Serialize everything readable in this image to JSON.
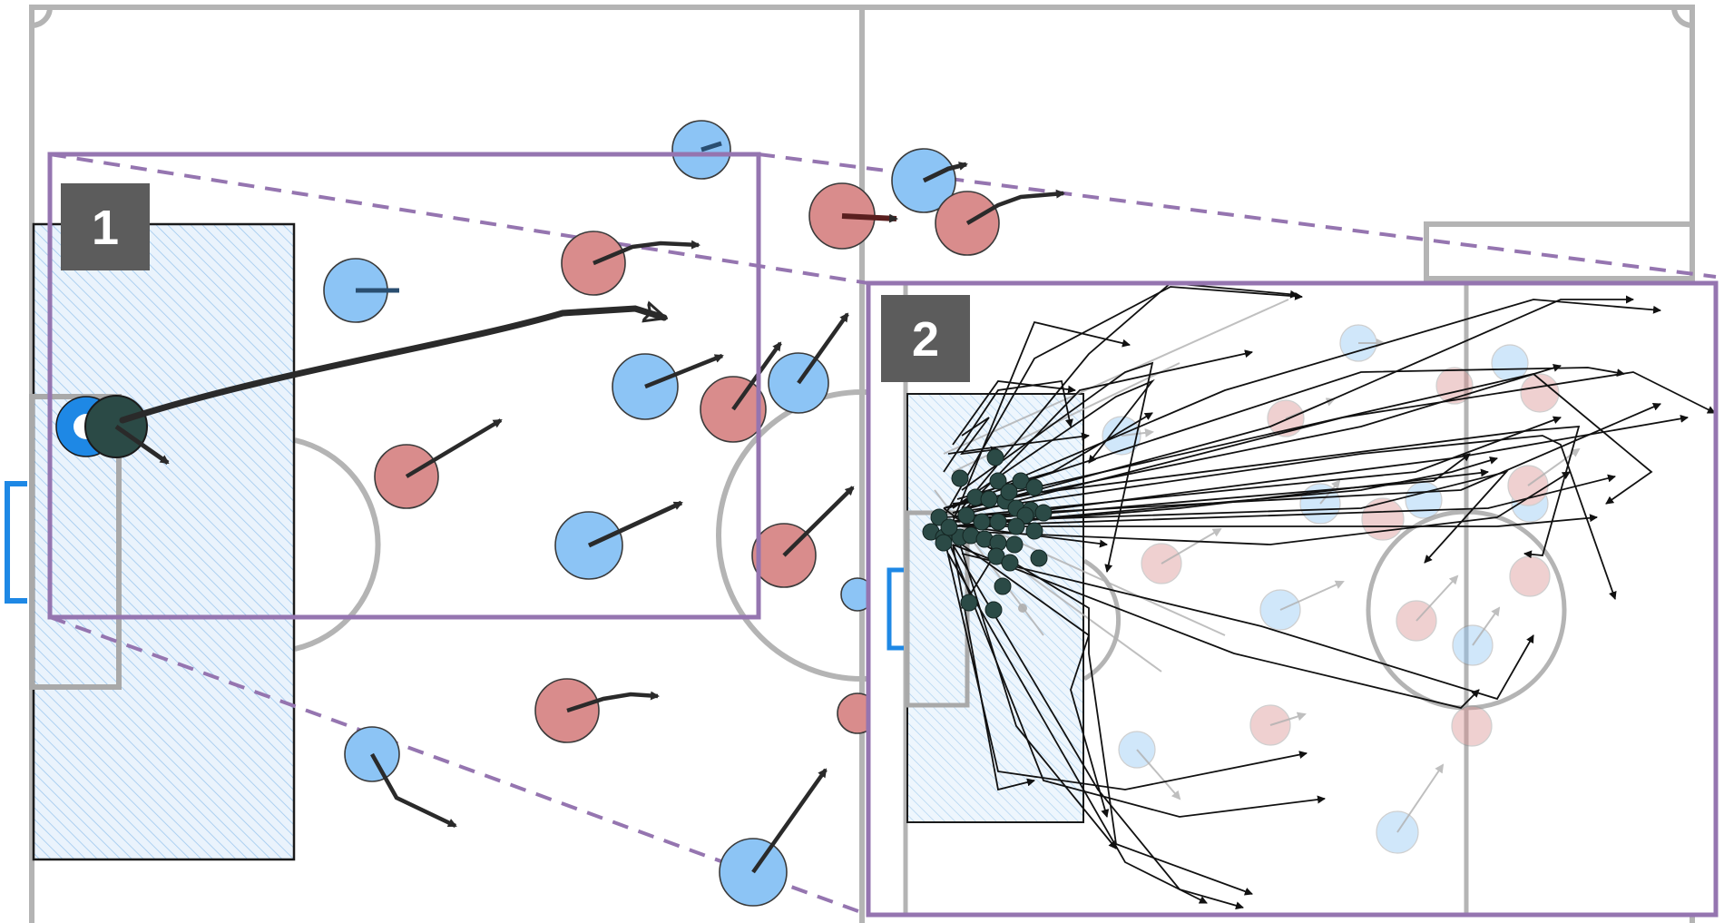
{
  "colors": {
    "pitch_line": "#b4b4b4",
    "frame": "#9575b0",
    "team_blue": "#8cc4f5",
    "team_red": "#d98c8c",
    "ball_carrier": "#2b4a46",
    "goal": "#1e88e5",
    "hatch": "#9ec8ee",
    "label_bg": "#5c5c5c",
    "label_fg": "#ffffff",
    "arrow": "#2a2a2a"
  },
  "panels": [
    {
      "id": "panel-1",
      "label": "1"
    },
    {
      "id": "panel-2",
      "label": "2"
    }
  ],
  "icons": {
    "blue_player": "blue-player-icon",
    "red_player": "red-player-icon",
    "ball_carrier": "ball-carrier-icon",
    "goalkeeper": "goalkeeper-icon",
    "movement_arrow": "movement-arrow-icon"
  }
}
